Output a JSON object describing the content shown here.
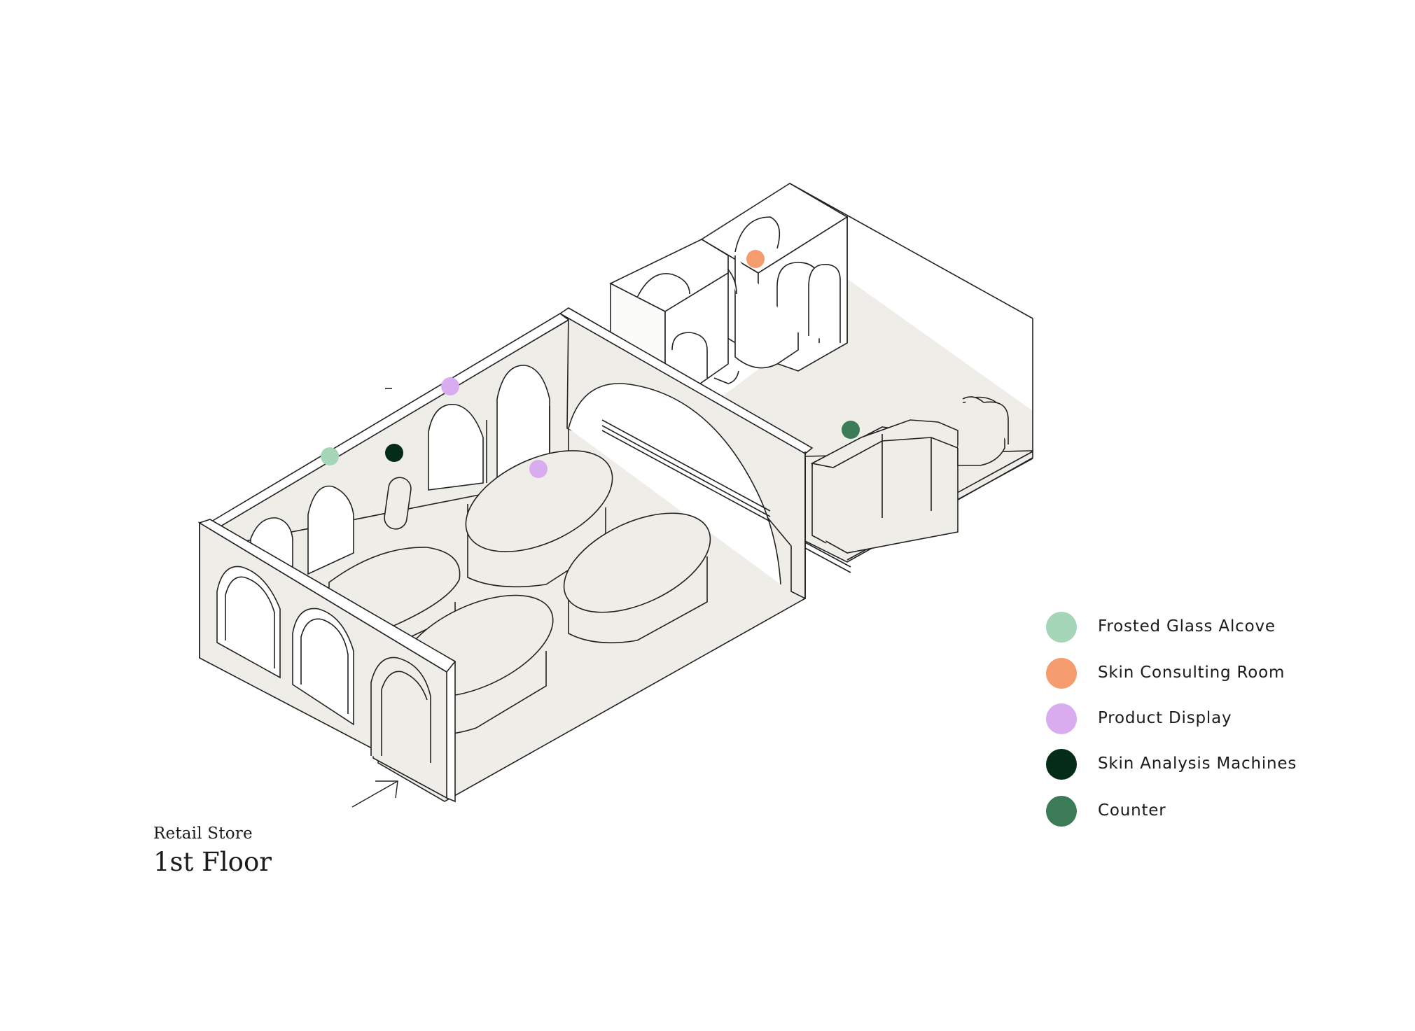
{
  "caption": {
    "subtitle": "Retail Store",
    "title": "1st Floor"
  },
  "legend": [
    {
      "label": "Frosted Glass Alcove",
      "color": "#a4d6b7"
    },
    {
      "label": "Skin Consulting Room",
      "color": "#f59c6e"
    },
    {
      "label": "Product Display",
      "color": "#d9acf0"
    },
    {
      "label": "Skin Analysis Machines",
      "color": "#042c19"
    },
    {
      "label": "Counter",
      "color": "#3b7b55"
    }
  ],
  "markers": [
    {
      "category": "Frosted Glass Alcove"
    },
    {
      "category": "Skin Analysis Machines"
    },
    {
      "category": "Product Display"
    },
    {
      "category": "Product Display"
    },
    {
      "category": "Skin Consulting Room"
    },
    {
      "category": "Counter"
    }
  ],
  "colors": {
    "floor": "#eeede8",
    "wall": "#ecebe6",
    "line": "#222222"
  },
  "icons": {
    "entrance": "entrance-arrow-icon"
  }
}
